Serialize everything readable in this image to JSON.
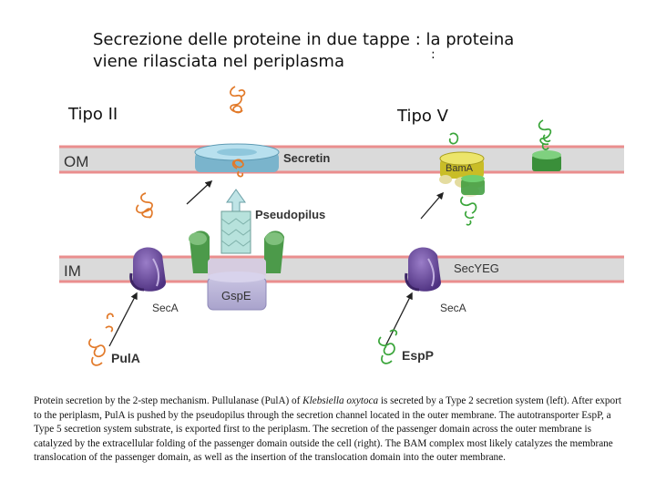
{
  "title": {
    "line1": "Secrezione delle proteine in due tappe : la proteina",
    "line1_colon": ":",
    "line2": "viene rilasciata nel periplasma"
  },
  "types": {
    "left": "Tipo II",
    "right": "Tipo V"
  },
  "membranes": {
    "outer": "OM",
    "inner": "IM"
  },
  "components": {
    "secretin": "Secretin",
    "pseudopilus": "Pseudopilus",
    "gspe": "GspE",
    "seca_left": "SecA",
    "seca_right": "SecA",
    "bama": "BamA",
    "secyeg": "SecYEG",
    "pula": "PulA",
    "espp": "EspP"
  },
  "caption": {
    "part1": "Protein secretion by the 2-step mechanism. Pullulanase (PulA) of ",
    "organism": "Klebsiella oxytoca",
    "part2": " is secreted by a Type 2 secretion system (left). After export to the periplasm, PulA is pushed by the pseudopilus through the secretion channel located in the outer membrane. The autotransporter EspP, a Type 5 secretion system substrate, is exported first to the periplasm. The secretion of the passenger domain across the outer membrane is catalyzed by the extracellular folding of the passenger domain outside the cell (right). The BAM complex most likely catalyzes the membrane translocation of the passenger domain, as well as the insertion of the translocation domain into the outer membrane."
  },
  "colors": {
    "membrane_band": "#dadada",
    "membrane_edge": "#ea8e8e",
    "secretin_blue": "#8fc7dc",
    "pseudopilus_teal": "#b7e2dc",
    "gsp_green": "#4c9a4a",
    "gspe_lavender": "#b9b4d6",
    "seca_purple": "#6a4a9c",
    "bama_yellow": "#ddd136",
    "green_protein": "#3aa53a",
    "orange_protein": "#e27a2a"
  }
}
